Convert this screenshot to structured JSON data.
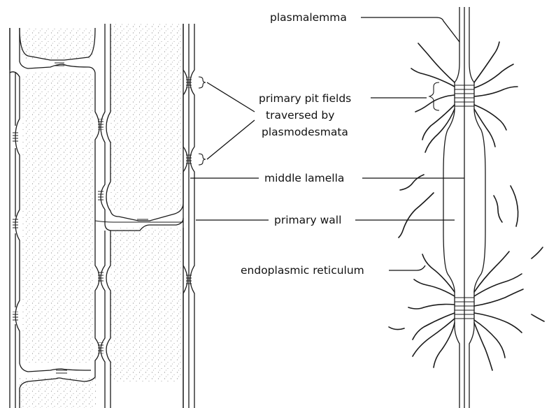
{
  "labels": {
    "plasmalemma": "plasmalemma",
    "pit_fields_1": "primary pit fields",
    "pit_fields_2": "traversed by",
    "pit_fields_3": "plasmodesmata",
    "middle_lamella": "middle lamella",
    "primary_wall": "primary wall",
    "er": "endoplasmic reticulum"
  },
  "colors": {
    "ink": "#111111",
    "stipple": "#8a8a8a",
    "background": "#ffffff"
  }
}
